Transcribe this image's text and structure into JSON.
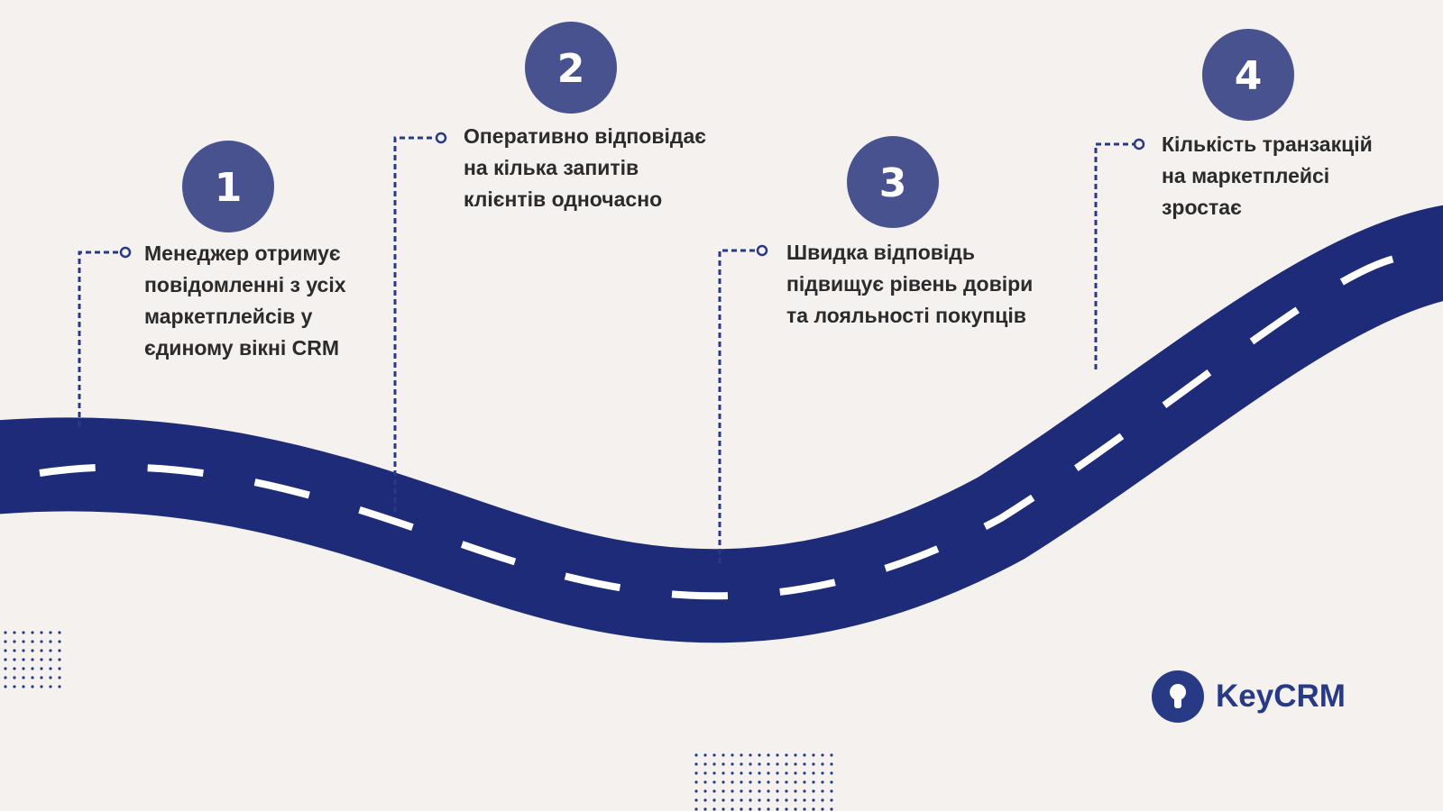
{
  "steps": [
    {
      "number": "1",
      "lines": [
        "Менеджер отримує",
        "повідомленні з усіх",
        "маркетплейсів у",
        "єдиному вікні CRM"
      ]
    },
    {
      "number": "2",
      "lines": [
        "Оперативно відповідає",
        "на кілька запитів",
        "клієнтів одночасно"
      ]
    },
    {
      "number": "3",
      "lines": [
        "Швидка відповідь",
        "підвищує рівень довіри",
        "та лояльності покупців"
      ]
    },
    {
      "number": "4",
      "lines": [
        "Кількість транзакцій",
        "на маркетплейсі",
        "зростає"
      ]
    }
  ],
  "brand": {
    "name": "KeyCRM"
  },
  "colors": {
    "background": "#f4f1ef",
    "road": "#1d2b78",
    "badge": "#47528f",
    "connector": "#283a85",
    "text": "#2b2b2b",
    "logo": "#283a85"
  },
  "icons": {
    "logo": "keyhole-icon"
  }
}
